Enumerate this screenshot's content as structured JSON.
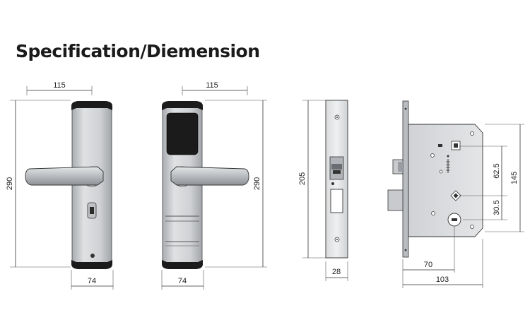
{
  "title": "Specification/Diemension",
  "dimensions": {
    "front_width_top": "115",
    "front_height": "290",
    "front_width_bottom": "74",
    "back_width_top": "115",
    "back_height": "290",
    "back_width_bottom": "74",
    "faceplate_height": "205",
    "faceplate_width": "28",
    "mortise_total_height": "145",
    "mortise_upper": "62.5",
    "mortise_lower": "30.5",
    "mortise_backset": "70",
    "mortise_total_width": "103"
  },
  "colors": {
    "steel": "#c9cbce",
    "steel_dark": "#9a9da1",
    "body_dark": "#1b1b1b",
    "line": "#333333"
  }
}
